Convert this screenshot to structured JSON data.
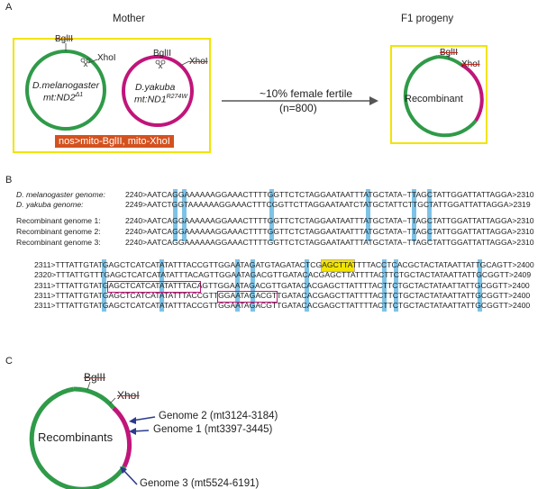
{
  "panelA": {
    "letter": "A",
    "mother_title": "Mother",
    "f1_title": "F1 progeny",
    "mel_label_1": "D.melanogaster",
    "mel_label_2": "mt:ND2",
    "mel_sup": "Δ1",
    "yak_label_1": "D.yakuba",
    "yak_label_2": "mt:ND1",
    "yak_sup": "R274W",
    "bglII": "BglII",
    "xhoI": "XhoI",
    "banner": "nos>mito-BglII, mito-XhoI",
    "arrow_text_1": "~10% female fertile",
    "arrow_text_2": "(n=800)",
    "recombinant": "Recombinant",
    "colors": {
      "green": "#2f9a48",
      "magenta": "#c0157a",
      "yellow": "#f2e400",
      "banner": "#d4511e",
      "strike": "#c0281b",
      "highlight": "#7ec3e6"
    }
  },
  "panelB": {
    "letter": "B",
    "rows_top": [
      {
        "label": "D. melanogaster genome:",
        "seq": "2240>AATCAGGAAAAAAGGAAACTTTTGGTTCTCTAGGAATAATTTATGCTATA−TTAGCTATTGGATTATTAGGA>2310"
      },
      {
        "label": "D. yakuba genome:",
        "seq": "2249>AATCTGGTAAAAAAGGAAACTTTCGGTTCTTAGGAATAATCTATGCTATTCTTGCTATTGGATTATTAGGA>2319"
      },
      {
        "label": "Recombinant genome 1:",
        "seq": "2240>AATCAGGAAAAAAGGAAACTTTTGGTTCTCTAGGAATAATTTATGCTATA−TTAGCTATTGGATTATTAGGA>2310"
      },
      {
        "label": "Recombinant genome 2:",
        "seq": "2240>AATCAGGAAAAAAGGAAACTTTTGGTTCTCTAGGAATAATTTATGCTATA−TTAGCTATTGGATTATTAGGA>2310"
      },
      {
        "label": "Recombinant genome 3:",
        "seq": "2240>AATCAGGAAAAAAGGAAACTTTTGGTTCTCTAGGAATAATTTATGCTATA−TTAGCTATTGGATTATTAGGA>2310"
      }
    ],
    "rows_bottom": [
      "2311>TTTATTGTATGAGCTCATCATATATTTACCGTTGGAATAGATGTAGATACTCGAGCTTATTTTACCTCACGCTACTATAATTATTGCAGTT>2400",
      "2320>TTTATTGTTTGAGCTCATCATATATTTACAGTTGGAATAGACGTTGATACACGAGCTTATTTTACTTCTGCTACTATAATTATTGCGGTT>2409",
      "2311>TTTATTGTATGAGCTCATCATATATTTACAGTTGGAATAGACGTTGATACACGAGCTTATTTTACTTCTGCTACTATAATTATTGCGGTT>2400",
      "2311>TTTATTGTATGAGCTCATCATATATTTACCGTTGGAATAGACGTTGATACACGAGCTTATTTTACTTCTGCTACTATAATTATTGCGGTT>2400",
      "2311>TTTATTGTATGAGCTCATCATATATTTACCGTTGGAATAGACGTTGATACACGAGCTTATTTTACTTCTGCTACTATAATTATTGCGGTT>2400"
    ]
  },
  "panelC": {
    "letter": "C",
    "bglII": "BglII",
    "xhoI": "XhoI",
    "center": "Recombinants",
    "genome2": "Genome 2 (mt3124-3184)",
    "genome1": "Genome 1 (mt3397-3445)",
    "genome3": "Genome 3 (mt5524-6191)"
  }
}
